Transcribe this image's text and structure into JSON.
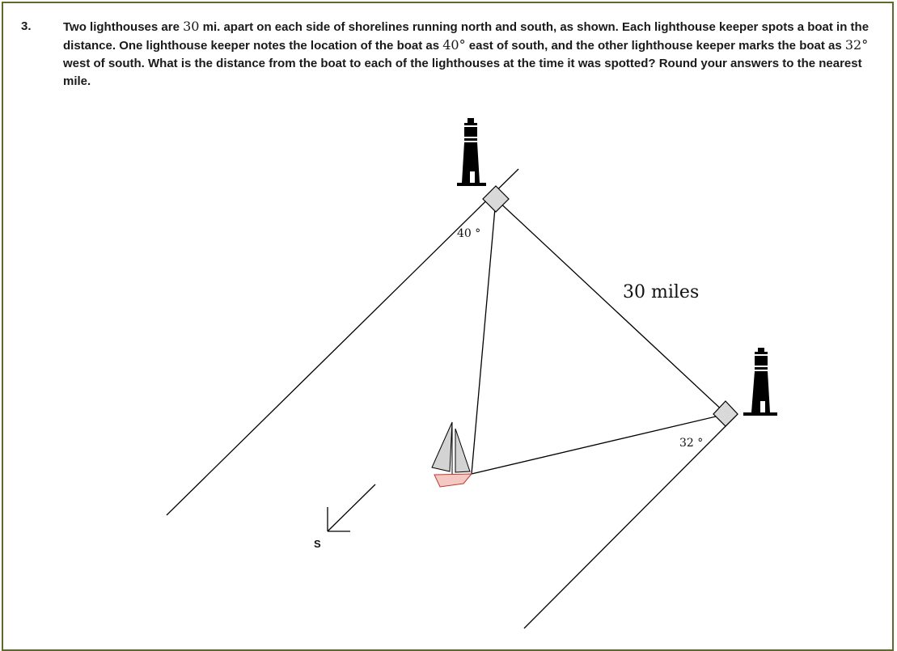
{
  "problem": {
    "number": "3.",
    "text_parts": [
      "Two lighthouses are ",
      "30",
      " mi. apart on each side of shorelines running north and south, as shown.  Each lighthouse keeper spots a boat in the distance.  One lighthouse keeper notes the location of the boat as ",
      "40°",
      " east of south, and the other lighthouse keeper marks the boat as ",
      "32°",
      " west of south.  What is the distance from the boat to each of the lighthouses at the time it was spotted?  Round your answers to the nearest mile."
    ]
  },
  "diagram": {
    "angle_top_label": "40 °",
    "angle_right_label": "32 °",
    "distance_label": "30 miles",
    "compass_label": "S"
  },
  "colors": {
    "border": "#5f6b2d",
    "lighthouse": "#000000",
    "sail": "#d3d3d3",
    "hull": "#f4c9c3",
    "hull_stroke": "#c0392b",
    "right_angle_fill": "#d9d9d9"
  }
}
